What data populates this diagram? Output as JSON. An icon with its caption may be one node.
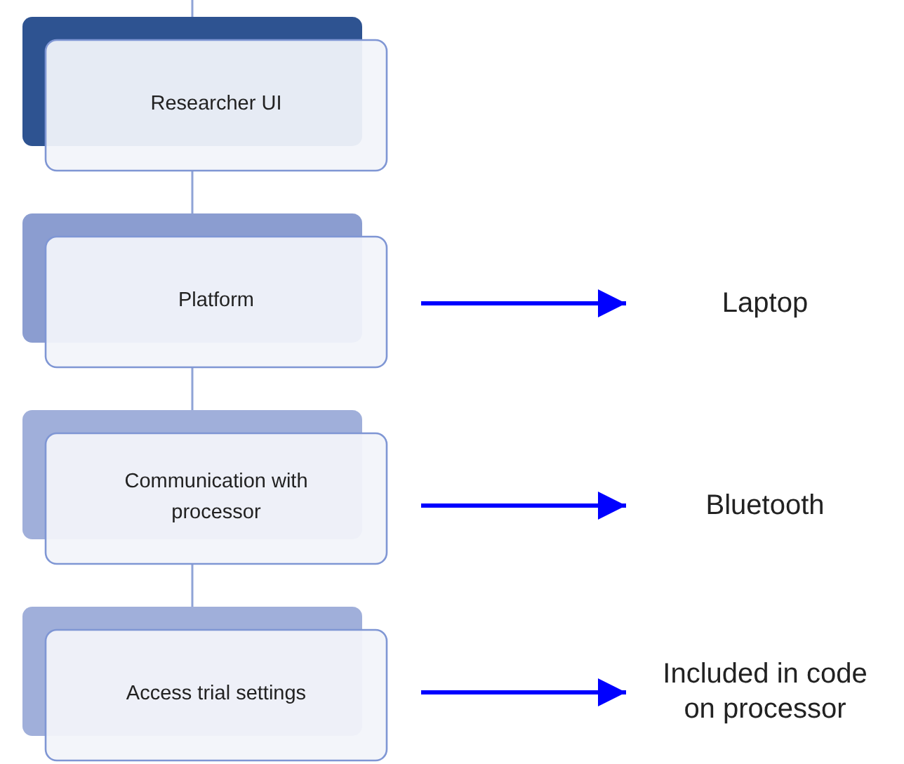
{
  "diagram": {
    "nodes": [
      {
        "text": [
          "Researcher UI"
        ]
      },
      {
        "text": [
          "Platform"
        ]
      },
      {
        "text": [
          "Communication with processor"
        ]
      },
      {
        "text": [
          "Access trial settings"
        ]
      },
      {
        "text": [
          "Laptop"
        ]
      },
      {
        "text": [
          "Bluetooth"
        ]
      },
      {
        "text": [
          "Included in code on processor"
        ]
      }
    ],
    "edges": [
      {
        "from": null,
        "to": 0,
        "arrow": "none",
        "color": "#8fa3d6"
      },
      {
        "from": 0,
        "to": 1,
        "arrow": "none",
        "color": "#8fa3d6"
      },
      {
        "from": 1,
        "to": 2,
        "arrow": "none",
        "color": "#8fa3d6"
      },
      {
        "from": 2,
        "to": 3,
        "arrow": "none",
        "color": "#8fa3d6"
      },
      {
        "from": 1,
        "to": 4,
        "arrow": "to",
        "style": "thick",
        "color": "#0000ff"
      },
      {
        "from": 2,
        "to": 5,
        "arrow": "to",
        "style": "thick",
        "color": "#0000ff"
      },
      {
        "from": 3,
        "to": 6,
        "arrow": "to",
        "style": "thick",
        "color": "#0000ff"
      }
    ]
  }
}
